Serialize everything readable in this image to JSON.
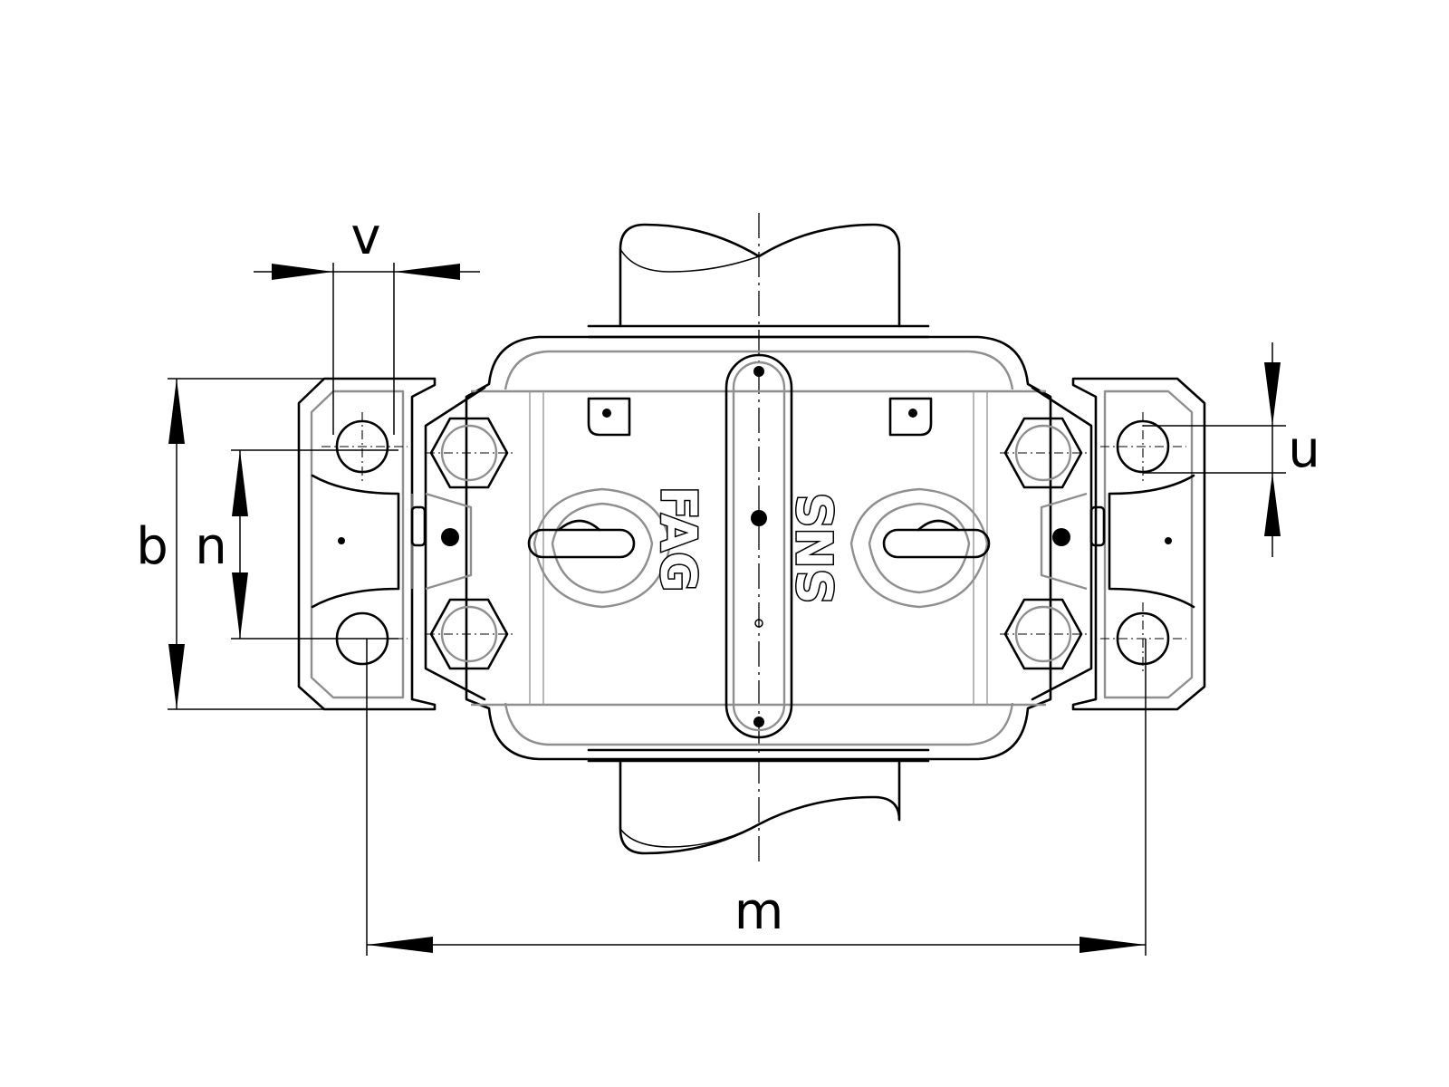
{
  "dimensions": {
    "v": "v",
    "u": "u",
    "b": "b",
    "n": "n",
    "m": "m"
  },
  "logos": {
    "left": "FAG",
    "right": "SNS"
  },
  "colors": {
    "line": "#000000",
    "hidden_line": "#8f8f8f",
    "background": "#ffffff"
  }
}
